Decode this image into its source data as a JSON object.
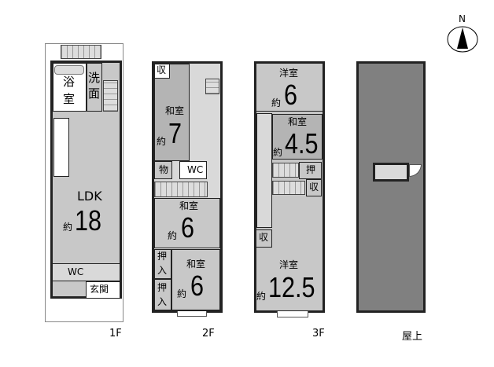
{
  "floors": {
    "f1": {
      "label": "1F",
      "rooms": {
        "bath_1": "浴",
        "bath_2": "室",
        "wash_1": "洗",
        "wash_2": "面",
        "ldk": "LDK",
        "ldk_size": "18",
        "wc": "WC",
        "entrance": "玄関"
      }
    },
    "f2": {
      "label": "2F",
      "rooms": {
        "storage": "収",
        "washitsu_a": "和室",
        "washitsu_a_size": "7",
        "mono": "物",
        "wc": "WC",
        "washitsu_b": "和室",
        "washitsu_b_size": "6",
        "oshiire_1a": "押",
        "oshiire_1b": "入",
        "oshiire_2a": "押",
        "oshiire_2b": "入",
        "washitsu_c": "和室",
        "washitsu_c_size": "6"
      }
    },
    "f3": {
      "label": "3F",
      "rooms": {
        "youshitsu_a": "洋室",
        "youshitsu_a_size": "6",
        "washitsu": "和室",
        "washitsu_size": "4.5",
        "oshi": "押",
        "storage_a": "収",
        "storage_b": "収",
        "youshitsu_b": "洋室",
        "youshitsu_b_size": "12.5"
      }
    },
    "roof": {
      "label": "屋上"
    }
  },
  "approx": "約",
  "compass": {
    "label": "N"
  }
}
